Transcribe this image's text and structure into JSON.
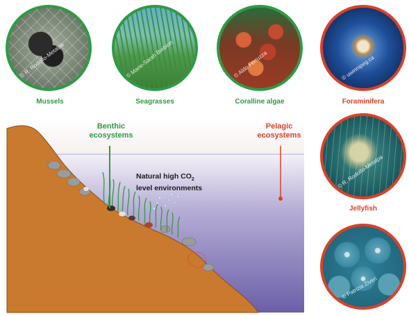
{
  "habitats": [
    {
      "caption": "Mussels",
      "credit": "© R. Rodolfo-Metalpa",
      "color": "#2f9a45"
    },
    {
      "caption": "Seagrasses",
      "credit": "© Marie-Sarah Brebion",
      "color": "#2f9a45"
    },
    {
      "caption": "Coralline algae",
      "credit": "© Aldo Ferruzza",
      "color": "#2f9a45"
    },
    {
      "caption": "Foraminifera",
      "credit": "© uwinnipeg.ca",
      "color": "#d9412a"
    },
    {
      "caption": "Jellyfish",
      "credit": "© R. Rodolfo-Metalpa",
      "color": "#d9412a"
    },
    {
      "caption": "",
      "credit": "© Patrizia Ziveri",
      "color": "#d9412a"
    }
  ],
  "zones": {
    "benthic_line1": "Benthic",
    "benthic_line2": "ecosystems",
    "pelagic_line1": "Pelagic",
    "pelagic_line2": "ecosystems"
  },
  "vent": {
    "line1_prefix": "Natural high CO",
    "line1_sub": "2",
    "line2": "level environments"
  },
  "colors": {
    "benthic": "#2f9a45",
    "pelagic": "#d9412a",
    "seabed": "#c97a2e",
    "water_top": "#ffffff",
    "water_bottom": "#6b5fa8"
  }
}
